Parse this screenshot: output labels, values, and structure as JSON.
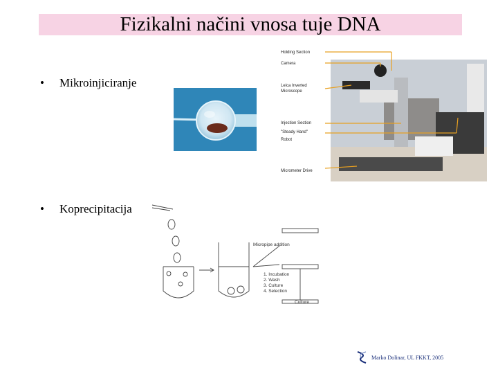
{
  "slide": {
    "title": "Fizikalni načini vnosa tuje DNA",
    "bullets": [
      {
        "marker": "•",
        "text": "Mikroinjiciranje"
      },
      {
        "marker": "•",
        "text": "Koprecipitacija"
      }
    ]
  },
  "microinjection_figure": {
    "labels": [
      {
        "text": "Holding Section"
      },
      {
        "text": "Camera"
      },
      {
        "text": "Leica Inverted"
      },
      {
        "text": "Microscope"
      },
      {
        "text": "Injection Section"
      },
      {
        "text": "\"Steady Hand\""
      },
      {
        "text": "Robot"
      },
      {
        "text": "Micrometer Drive"
      }
    ],
    "callout_color": "#e8a020"
  },
  "coprecipitation_figure": {
    "micropipette_label": "Micropipe addition",
    "steps": [
      "1. Incubation",
      "2. Wash",
      "3. Culture",
      "4. Selection"
    ],
    "bottom_label": "Culture"
  },
  "footer": {
    "text": "Marko Dolinar, UL FKKT, 2005"
  }
}
